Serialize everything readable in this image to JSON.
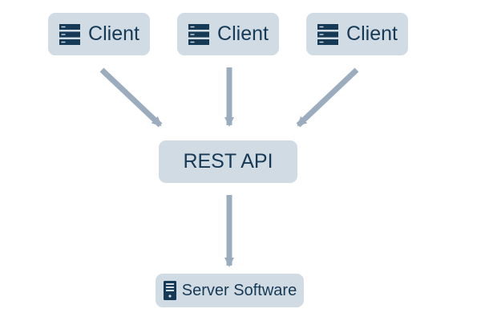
{
  "diagram": {
    "clients": [
      {
        "label": "Client",
        "icon": "server-stack-icon"
      },
      {
        "label": "Client",
        "icon": "server-stack-icon"
      },
      {
        "label": "Client",
        "icon": "server-stack-icon"
      }
    ],
    "api": {
      "label": "REST API"
    },
    "server": {
      "label": "Server Software",
      "icon": "server-tower-icon"
    },
    "colors": {
      "node_fill": "#d1dbe4",
      "text": "#163955",
      "arrow": "#9aacbd"
    }
  }
}
